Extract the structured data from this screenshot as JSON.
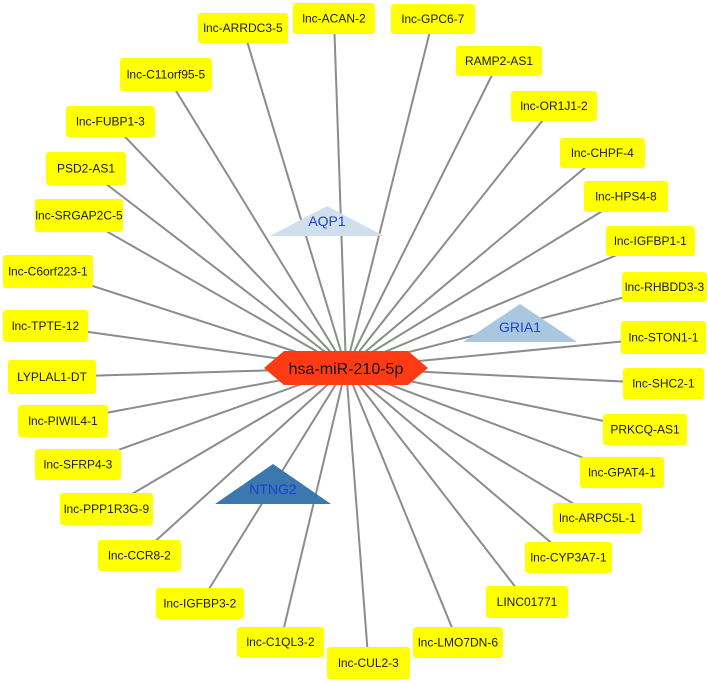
{
  "network": {
    "hub": {
      "label": "hsa-miR-210-5p",
      "color": "#ff3b14"
    },
    "edge_color": "#8c8c8c",
    "lnc_node_color": "#ffff00",
    "lnc_nodes": [
      {
        "label": "lnc-ACAN-2"
      },
      {
        "label": "lnc-GPC6-7"
      },
      {
        "label": "RAMP2-AS1"
      },
      {
        "label": "lnc-OR1J1-2"
      },
      {
        "label": "lnc-CHPF-4"
      },
      {
        "label": "lnc-HPS4-8"
      },
      {
        "label": "lnc-IGFBP1-1"
      },
      {
        "label": "lnc-RHBDD3-3"
      },
      {
        "label": "lnc-STON1-1"
      },
      {
        "label": "lnc-SHC2-1"
      },
      {
        "label": "PRKCQ-AS1"
      },
      {
        "label": "lnc-GPAT4-1"
      },
      {
        "label": "lnc-ARPC5L-1"
      },
      {
        "label": "lnc-CYP3A7-1"
      },
      {
        "label": "LINC01771"
      },
      {
        "label": "lnc-LMO7DN-6"
      },
      {
        "label": "lnc-CUL2-3"
      },
      {
        "label": "lnc-C1QL3-2"
      },
      {
        "label": "lnc-IGFBP3-2"
      },
      {
        "label": "lnc-CCR8-2"
      },
      {
        "label": "lnc-PPP1R3G-9"
      },
      {
        "label": "lnc-SFRP4-3"
      },
      {
        "label": "lnc-PIWIL4-1"
      },
      {
        "label": "LYPLAL1-DT"
      },
      {
        "label": "lnc-TPTE-12"
      },
      {
        "label": "lnc-C6orf223-1"
      },
      {
        "label": "lnc-SRGAP2C-5"
      },
      {
        "label": "PSD2-AS1"
      },
      {
        "label": "lnc-FUBP1-3"
      },
      {
        "label": "lnc-C11orf95-5"
      },
      {
        "label": "lnc-ARRDC3-5"
      }
    ],
    "target_nodes": [
      {
        "label": "AQP1",
        "fill": "#cfe0ec",
        "text_color": "#1f3fd6"
      },
      {
        "label": "GRIA1",
        "fill": "#a9c8e0",
        "text_color": "#1f3fd6"
      },
      {
        "label": "NTNG2",
        "fill": "#3a78ae",
        "text_color": "#1f3fd6"
      }
    ]
  }
}
